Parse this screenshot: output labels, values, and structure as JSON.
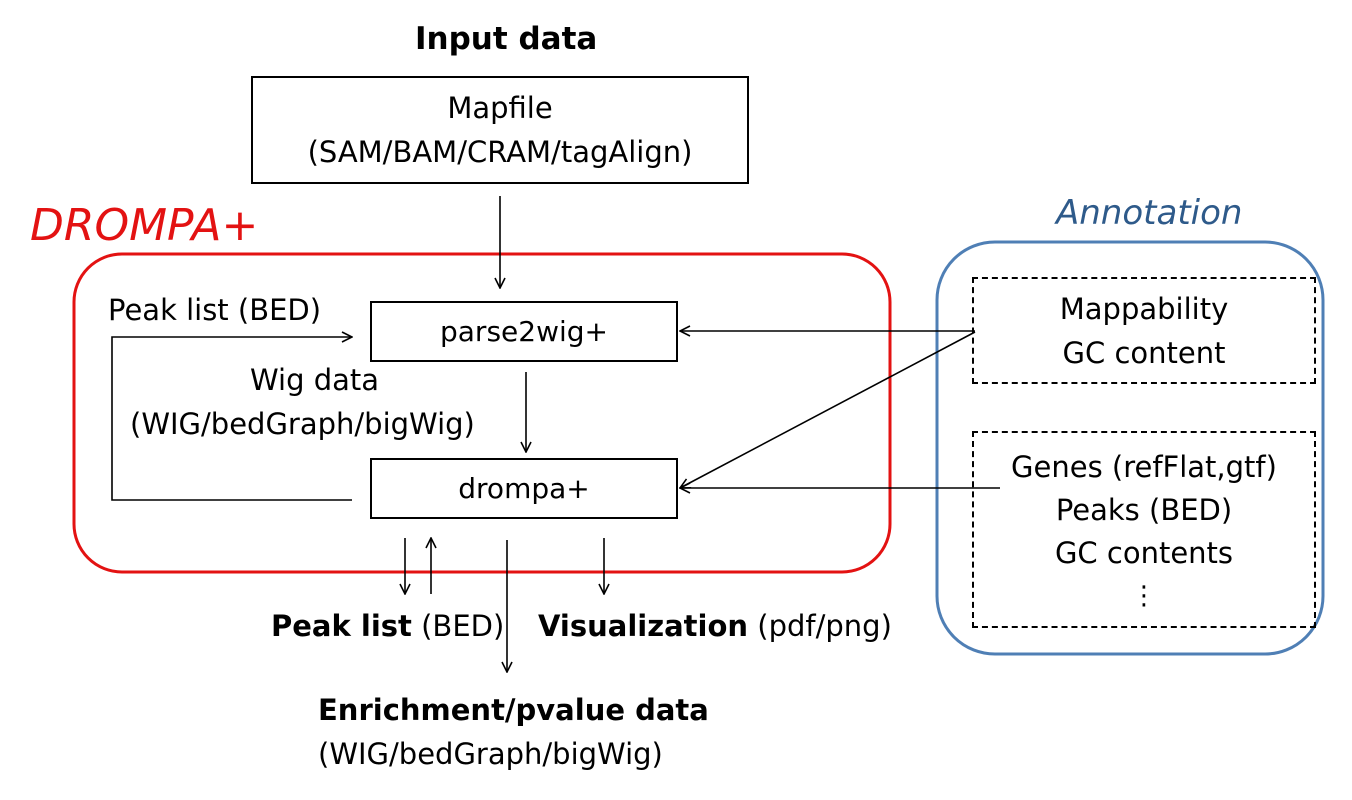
{
  "input": {
    "heading": "Input data",
    "mapfile_line1": "Mapfile",
    "mapfile_line2": "(SAM/BAM/CRAM/tagAlign)"
  },
  "drompa": {
    "title": "DROMPA+",
    "peak_list_in": "Peak list (BED)",
    "parse2wig": "parse2wig+",
    "wig_line1": "Wig data",
    "wig_line2": "(WIG/bedGraph/bigWig)",
    "drompa_cmd": "drompa+"
  },
  "annotation": {
    "title": "Annotation",
    "group1": [
      "Mappability",
      "GC content"
    ],
    "group2": [
      "Genes (refFlat,gtf)",
      "Peaks (BED)",
      "GC contents",
      "⋮"
    ]
  },
  "outputs": {
    "peak_bold": "Peak list",
    "peak_rest": " (BED)",
    "vis_bold": "Visualization",
    "vis_rest": " (pdf/png)",
    "enrich_bold": "Enrichment/pvalue data",
    "enrich_line2": "(WIG/bedGraph/bigWig)"
  },
  "colors": {
    "drompa_frame": "#e31212",
    "annotation_frame": "#4f7fb5",
    "annotation_title": "#2e5a8a"
  }
}
